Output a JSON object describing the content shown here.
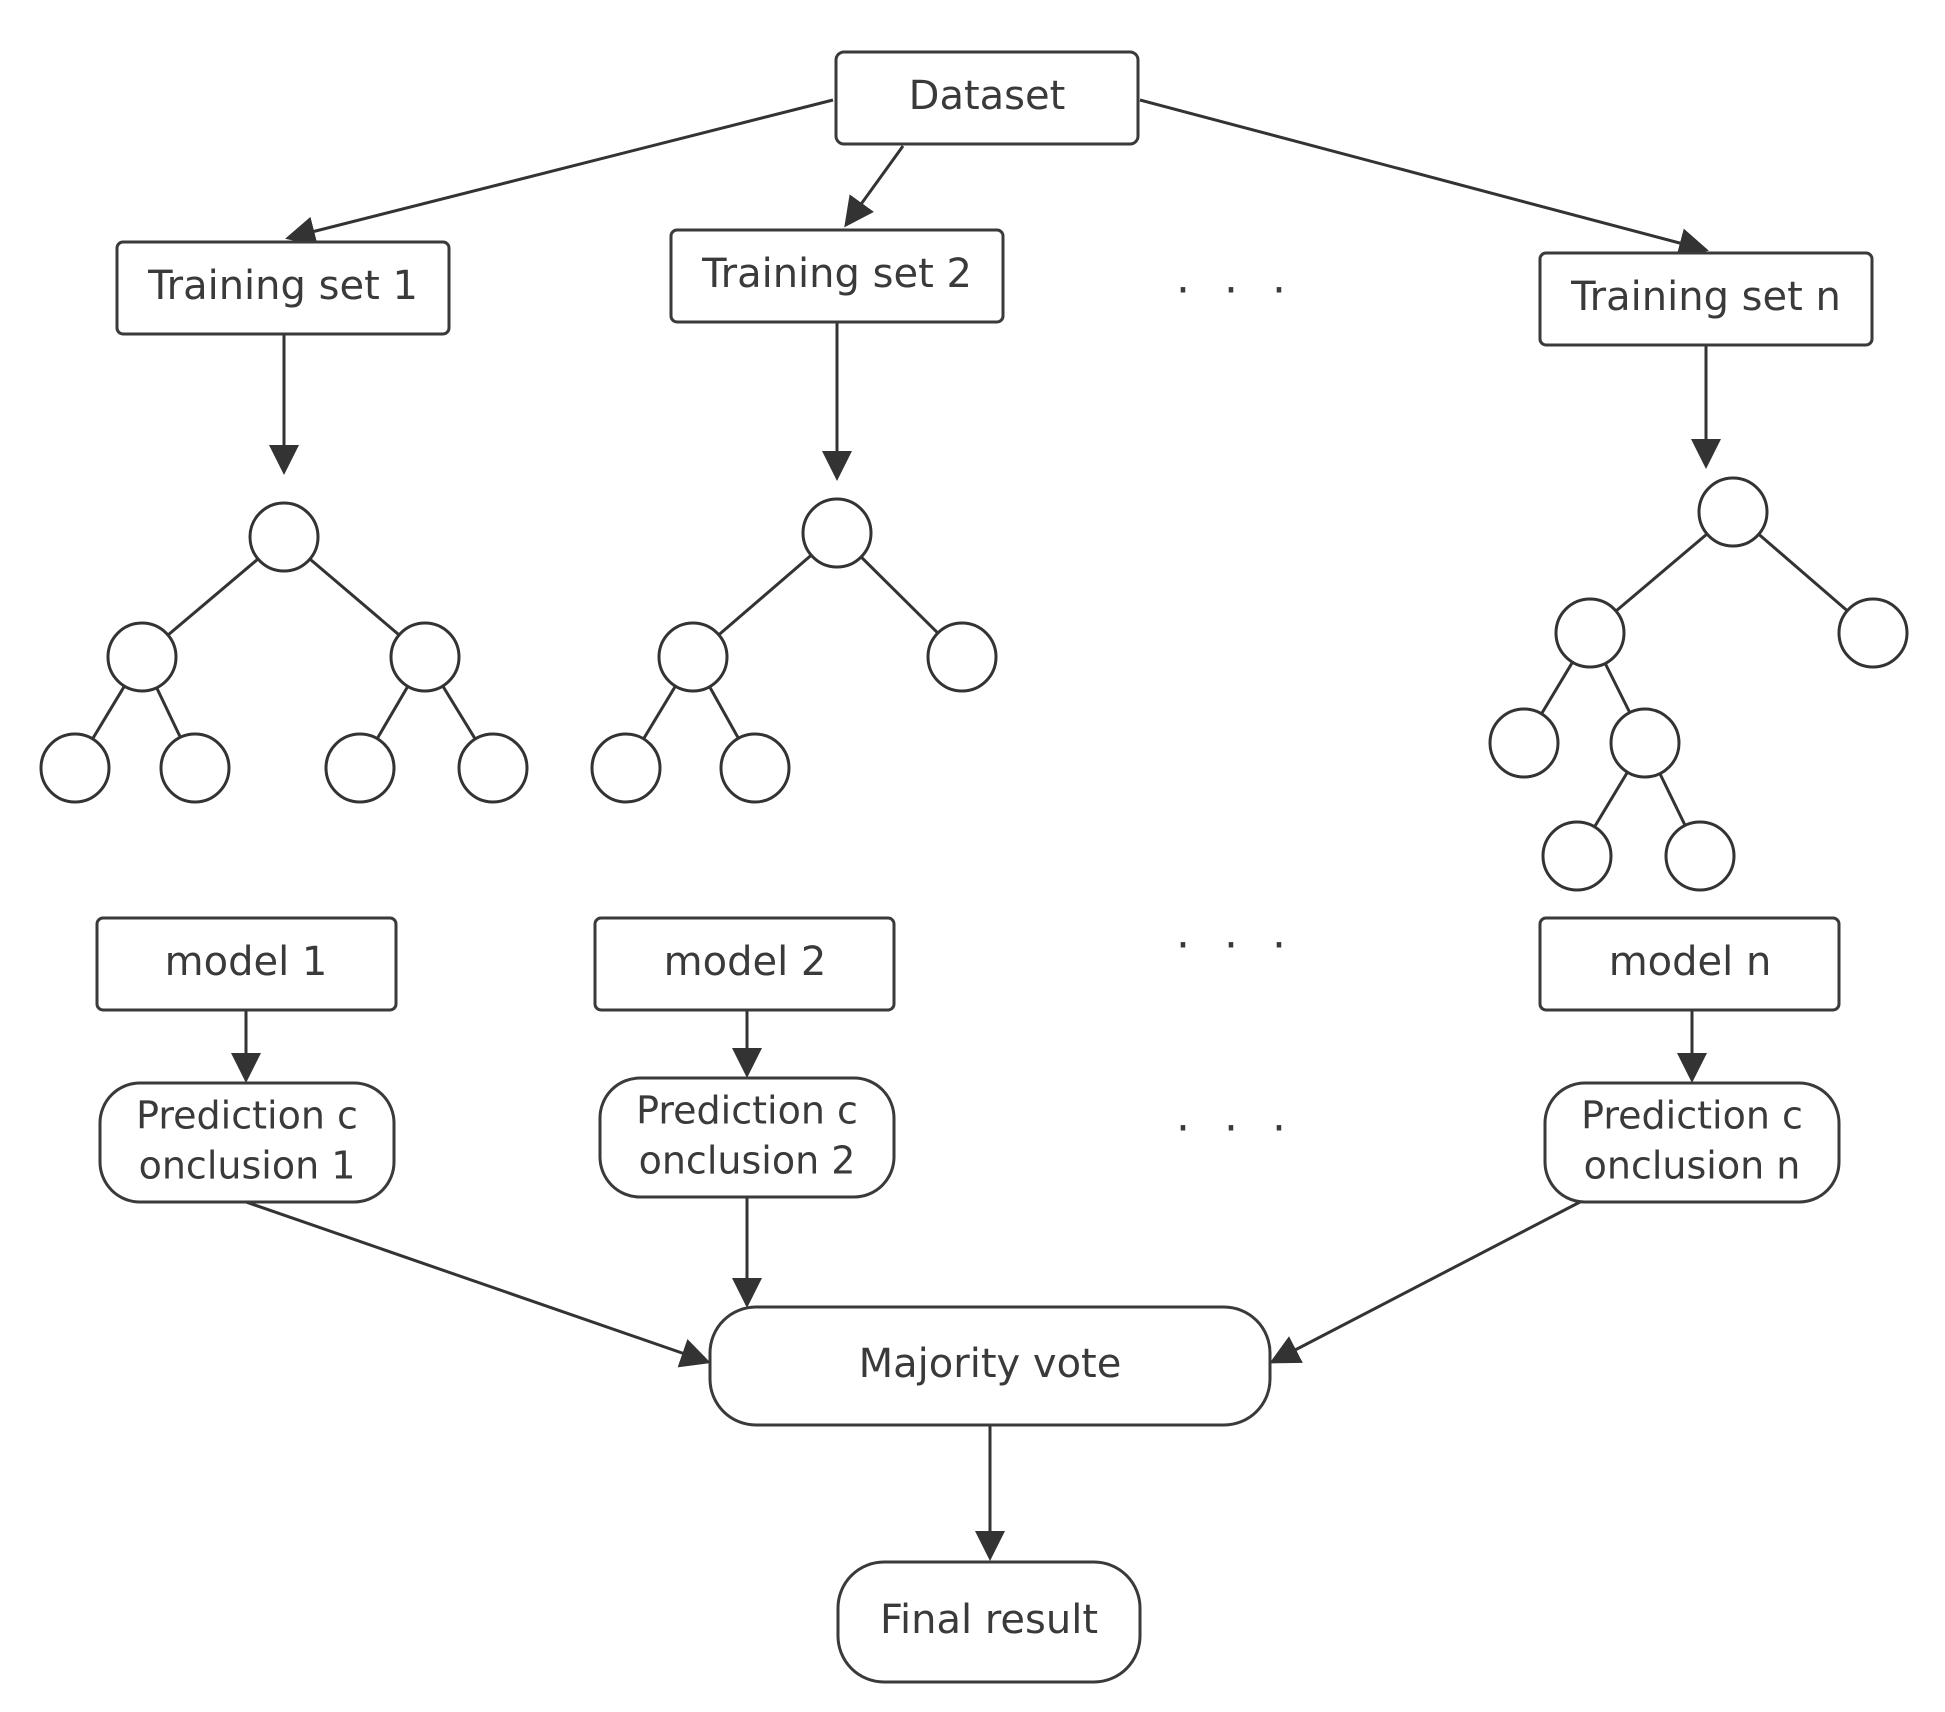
{
  "dataset": {
    "label": "Dataset"
  },
  "training_sets": [
    {
      "label": "Training set 1"
    },
    {
      "label": "Training set 2"
    },
    {
      "label": "Training set n"
    }
  ],
  "models": [
    {
      "label": "model 1"
    },
    {
      "label": "model 2"
    },
    {
      "label": "model n"
    }
  ],
  "predictions": [
    {
      "line1": "Prediction c",
      "line2": "onclusion 1"
    },
    {
      "line1": "Prediction c",
      "line2": "onclusion 2"
    },
    {
      "line1": "Prediction c",
      "line2": "onclusion n"
    }
  ],
  "majority_vote": {
    "label": "Majority vote"
  },
  "final_result": {
    "label": "Final result"
  },
  "ellipsis": "· · ·"
}
